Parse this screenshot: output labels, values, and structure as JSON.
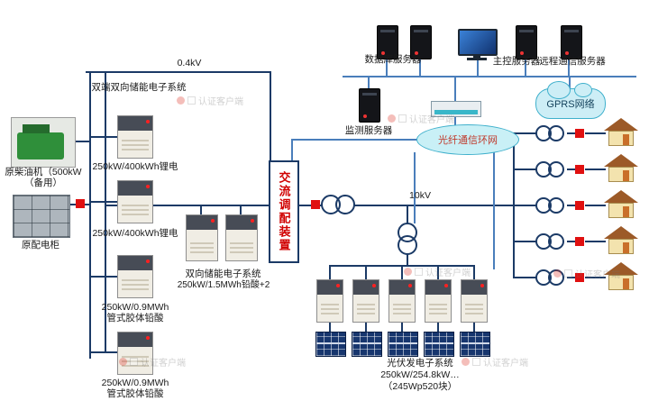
{
  "colors": {
    "power_line": "#1b3a66",
    "comm_line": "#4a7ebb",
    "accent_red": "#e01010",
    "cyan": "#3fb0cc"
  },
  "watermark_text": "认证客户端",
  "comm": {
    "db_server": "数据库服务器",
    "main_server": "主控服务器",
    "remote_server": "远程通信服务器",
    "monitor_server": "监测服务器",
    "gprs": "GPRS网络",
    "fiber_ring": "光纤通信环网"
  },
  "power": {
    "lv_bus": "0.4kV",
    "mv_bus": "10kV",
    "ac_device": "交流调配装置"
  },
  "storage": {
    "title": "双端双向储能电子系统",
    "battery1": "250kW/400kWh锂电",
    "battery2": "250kW/400kWh锂电",
    "battery3_l1": "250kW/0.9MWh",
    "battery3_l2": "管式胶体铅酸",
    "battery4_l1": "250kW/0.9MWh",
    "battery4_l2": "管式胶体铅酸",
    "bidir_l1": "双向储能电子系统",
    "bidir_l2": "250kW/1.5MWh铅酸+2"
  },
  "diesel": {
    "l1": "原柴油机（500kW",
    "l2": "（备用）",
    "dist_cabinet": "原配电柜"
  },
  "pv": {
    "l1": "光伏发电子系统",
    "l2": "250kW/254.8kW…",
    "l3": "（245Wp520块）"
  }
}
